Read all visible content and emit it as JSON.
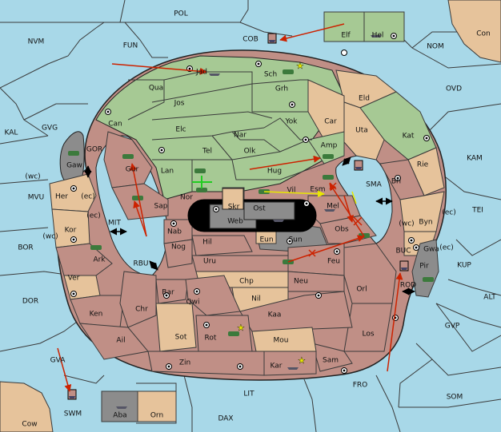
{
  "colors": {
    "sea": "#a8d8e8",
    "green": "#a6c994",
    "pink": "#c08f86",
    "tan": "#e6c39b",
    "gray": "#8c8c8c",
    "black": "#000000",
    "move_arrow": "#cc2200",
    "support_arrow": "#e8e800",
    "hold_mark": "#22cc22"
  },
  "regions": {
    "pol": "POL",
    "nvm": "NVM",
    "fun": "FUN",
    "cob": "COB",
    "elf": "Elf",
    "hel": "Hel",
    "nom": "NOM",
    "con": "Con",
    "ovd": "OVD",
    "kal": "KAL",
    "gvg": "GVG",
    "kam": "KAM",
    "jad": "Jad",
    "sch": "Sch",
    "qua": "Qua",
    "jos": "Jos",
    "grh": "Grh",
    "eld": "Eld",
    "can": "Can",
    "elc": "Elc",
    "nar": "Nar",
    "yok": "Yok",
    "car": "Car",
    "uta": "Uta",
    "kat": "Kat",
    "gor": "GOR",
    "gaw": "Gaw",
    "gur": "Gur",
    "tel": "Tel",
    "olk": "Olk",
    "amp": "Amp",
    "rie": "Rie",
    "lan": "Lan",
    "hug": "Hug",
    "sma": "SMA",
    "bri": "Bri",
    "wc1": "(wc)",
    "ec1": "(ec)",
    "her": "Her",
    "mvu": "MVU",
    "nor": "Nor",
    "skr": "Skr",
    "vil": "Vil",
    "esm": "Esm",
    "tei": "TEI",
    "sap": "Sap",
    "ost": "Ost",
    "web": "Web",
    "mel": "Mel",
    "byn": "Byn",
    "wc2": "(wc)",
    "ec2": "(ec)",
    "ec3": "(ec)",
    "kor": "Kor",
    "mit": "MIT",
    "nab": "Nab",
    "wc3": "(wc)",
    "eun": "Eun",
    "obs": "Obs",
    "gwa": "Gwa",
    "ec4": "(ec)",
    "kup": "KUP",
    "bor": "BOR",
    "hil": "Hil",
    "sun": "Sun",
    "buc": "BUC",
    "ark": "Ark",
    "rbu": "RBU",
    "nog": "Nog",
    "uru": "Uru",
    "feu": "Feu",
    "pir": "Pir",
    "ver": "Ver",
    "chp": "Chp",
    "neu": "Neu",
    "orl": "Orl",
    "rod": "ROD",
    "alt": "ALT",
    "dor": "DOR",
    "bar": "Bar",
    "qwi": "Qwi",
    "nil": "Nil",
    "ken": "Ken",
    "chr": "Chr",
    "kaa": "Kaa",
    "gvp": "GVP",
    "los": "Los",
    "sot": "Sot",
    "rot": "Rot",
    "ail": "Ail",
    "mou": "Mou",
    "gva": "GVA",
    "zin": "Zin",
    "sam": "Sam",
    "kar": "Kar",
    "fro": "FRO",
    "som": "SOM",
    "lit": "LIT",
    "swm": "SWM",
    "aba": "Aba",
    "orn": "Orn",
    "dax": "DAX",
    "cow": "Cow"
  }
}
